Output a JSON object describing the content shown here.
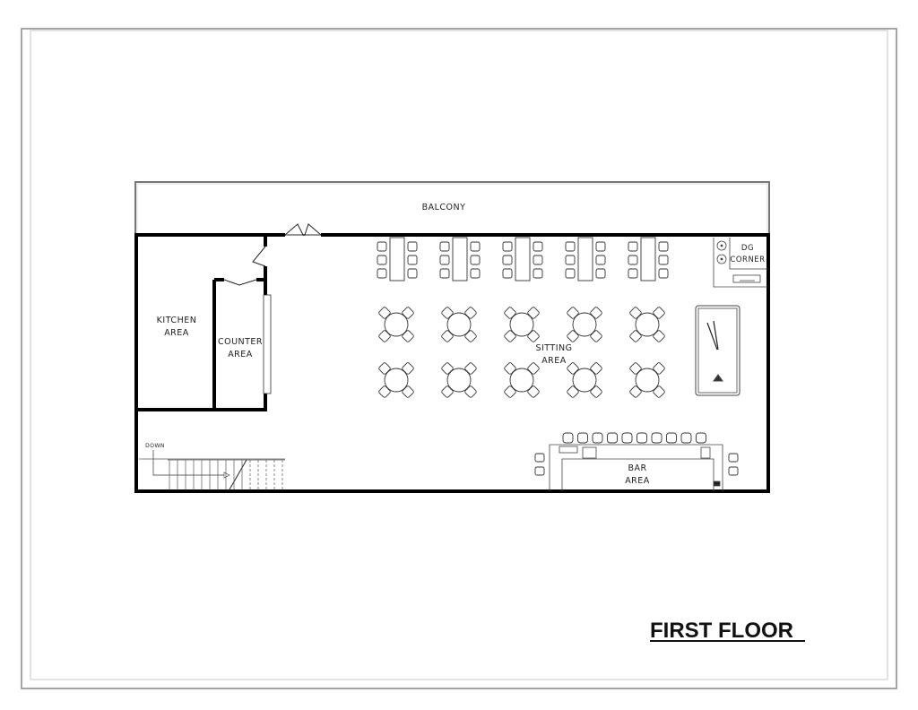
{
  "title": "FIRST FLOOR",
  "rooms": {
    "balcony": "BALCONY",
    "kitchen": [
      "KITCHEN",
      "AREA"
    ],
    "counter": [
      "COUNTER",
      "AREA"
    ],
    "sitting": [
      "SITTING",
      "AREA"
    ],
    "dg_corner": [
      "DG",
      "CORNER"
    ],
    "bar": [
      "BAR",
      "AREA"
    ]
  },
  "stairs_label": "DOWN",
  "furniture": {
    "long_tables": 5,
    "chairs_per_side": 3,
    "round_tables_per_row": 5,
    "round_table_rows": 2,
    "bar_stools": 10
  }
}
